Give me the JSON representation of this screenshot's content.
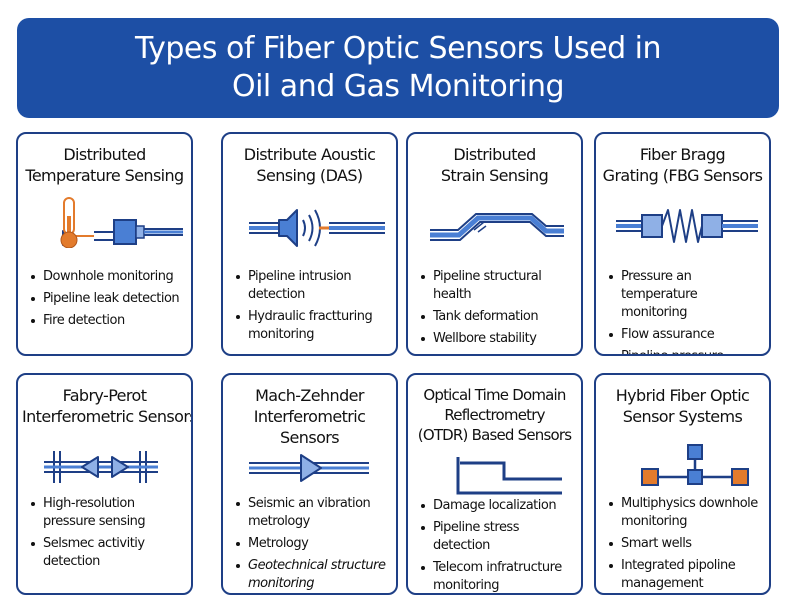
{
  "title": {
    "line1": "Types of Fiber Optic Sensors Used in",
    "line2": "Oil and Gas Monitoring"
  },
  "colors": {
    "banner": "#1d4fa5",
    "border": "#1e3f86",
    "fiber_blue": "#4a7fd4",
    "accent_orange": "#e37b2c"
  },
  "cards": [
    {
      "title": [
        "Distributed",
        "Temperature Sensing"
      ],
      "icon": "thermometer-fiber-icon",
      "bullets": [
        "Downhole monitoring",
        "Pipeline leak detection",
        "Fire detection"
      ]
    },
    {
      "title": [
        "Distribute Aoustic",
        "Sensing (DAS)"
      ],
      "icon": "speaker-wave-icon",
      "bullets": [
        "Pipeline intrusion detection",
        "Hydraulic fractturing monitoring"
      ]
    },
    {
      "title": [
        "Distributed",
        "Strain Sensing"
      ],
      "icon": "bent-fiber-icon",
      "bullets": [
        "Pipeline structural health",
        "Tank deformation",
        "Wellbore stability"
      ]
    },
    {
      "title": [
        "Fiber Bragg",
        "Grating (FBG Sensors"
      ],
      "icon": "bragg-grating-icon",
      "bullets": [
        "Pressure an temperature monitoring",
        "Flow assurance",
        "Pipeline pressure sensing"
      ]
    },
    {
      "title": [
        "Fabry-Perot",
        "Interferometric Sensors"
      ],
      "icon": "fabry-perot-cavity-icon",
      "bullets": [
        "High-resolution pressure sensing",
        "Selsmec activitiy detection"
      ]
    },
    {
      "title": [
        "Mach-Zehnder",
        "Interferometric",
        "Sensors"
      ],
      "icon": "mach-zehnder-arrow-icon",
      "bullets": [
        "Seismic an vibration metrology",
        "Metrology",
        "Geotechnical structure monitoring"
      ]
    },
    {
      "title": [
        "Optical Time Domain",
        "Reflectrometry",
        "(OTDR) Based Sensors"
      ],
      "icon": "otdr-trace-icon",
      "bullets": [
        "Damage localization",
        "Pipeline stress detection",
        "Telecom infratructure monitoring"
      ]
    },
    {
      "title": [
        "Hybrid Fiber Optic",
        "Sensor Systems"
      ],
      "icon": "sensor-network-icon",
      "bullets": [
        "Multiphysics downhole monitoring",
        "Smart wells",
        "Integrated pipoline management"
      ]
    }
  ]
}
